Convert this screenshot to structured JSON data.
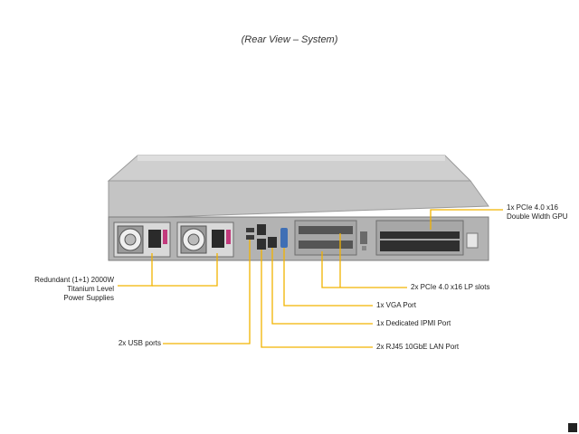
{
  "title": "(Rear View – System)",
  "callouts": {
    "gpu_slot_line1": "1x PCIe 4.0 x16",
    "gpu_slot_line2": "Double Width GPU",
    "psu_line1": "Redundant (1+1) 2000W",
    "psu_line2": "Titanium Level",
    "psu_line3": "Power Supplies",
    "lp_slots": "2x PCIe 4.0 x16 LP slots",
    "vga": "1x VGA  Port",
    "ipmi": "1x Dedicated IPMI Port",
    "usb": "2x USB ports",
    "lan": "2x RJ45 10GbE LAN Port"
  },
  "colors": {
    "callout_line": "#f2b300",
    "chassis_top": "#c9c9c9",
    "chassis_rear": "#bdbdbd",
    "psu_handle": "#c23a7c",
    "vga_port": "#3f6fb5"
  }
}
